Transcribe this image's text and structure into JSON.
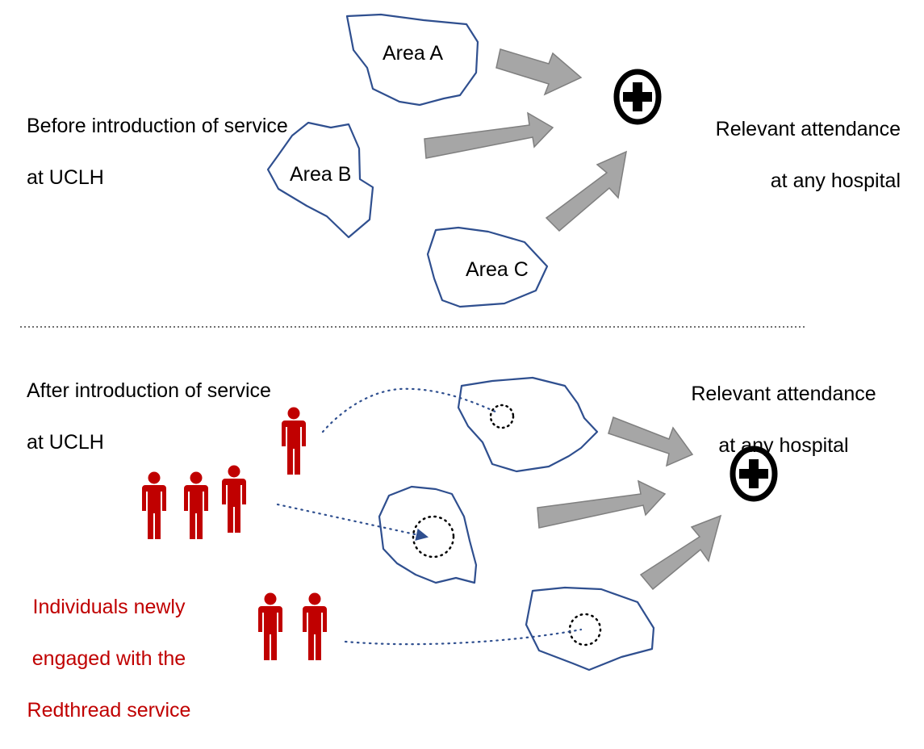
{
  "before": {
    "caption_line1": "Before introduction of service",
    "caption_line2": "at UCLH",
    "areas": [
      "Area A",
      "Area B",
      "Area C"
    ],
    "destination_line1": "Relevant attendance",
    "destination_line2": "at any hospital"
  },
  "after": {
    "caption_line1": "After introduction of service",
    "caption_line2": "at UCLH",
    "destination_line1": "Relevant attendance",
    "destination_line2": "at any hospital",
    "individuals_line1": "Individuals newly",
    "individuals_line2": "engaged with the",
    "individuals_line3": "Redthread service"
  },
  "colors": {
    "area_outline": "#2f4f8f",
    "arrow_fill": "#a6a6a6",
    "arrow_stroke": "#7f7f7f",
    "person": "#c00000",
    "dotted_path": "#2f4f8f",
    "hospital_icon": "#000000"
  },
  "icons": [
    "hospital-cross-icon",
    "person-icon",
    "arrow-icon"
  ]
}
